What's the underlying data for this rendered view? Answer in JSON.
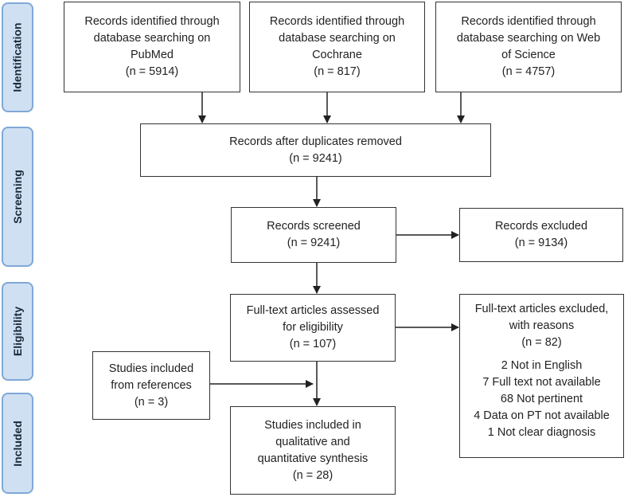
{
  "phases": {
    "identification": "Identification",
    "screening": "Screening",
    "eligibility": "Eligibility",
    "included": "Included"
  },
  "identification": {
    "pubmed": {
      "line1": "Records identified through",
      "line2": "database searching on",
      "line3": "PubMed",
      "count": "(n = 5914)"
    },
    "cochrane": {
      "line1": "Records identified through",
      "line2": "database searching on",
      "line3": "Cochrane",
      "count": "(n = 817)"
    },
    "wos": {
      "line1": "Records identified through",
      "line2": "database searching on Web",
      "line3": "of Science",
      "count": "(n = 4757)"
    }
  },
  "duplicates_removed": {
    "label": "Records after duplicates removed",
    "count": "(n = 9241)"
  },
  "screened": {
    "label": "Records screened",
    "count": "(n = 9241)"
  },
  "excluded": {
    "label": "Records excluded",
    "count": "(n = 9134)"
  },
  "fulltext_assessed": {
    "line1": "Full-text articles assessed",
    "line2": "for eligibility",
    "count": "(n = 107)"
  },
  "fulltext_excluded": {
    "line1": "Full-text articles excluded,",
    "line2": "with reasons",
    "count": "(n = 82)",
    "reasons": [
      "2 Not in English",
      "7 Full text not available",
      "68 Not pertinent",
      "4 Data on PT not available",
      "1 Not clear diagnosis"
    ]
  },
  "references": {
    "line1": "Studies included",
    "line2": "from references",
    "count": "(n = 3)"
  },
  "included": {
    "line1": "Studies included in",
    "line2": "qualitative and",
    "line3": "quantitative synthesis",
    "count": "(n = 28)"
  }
}
